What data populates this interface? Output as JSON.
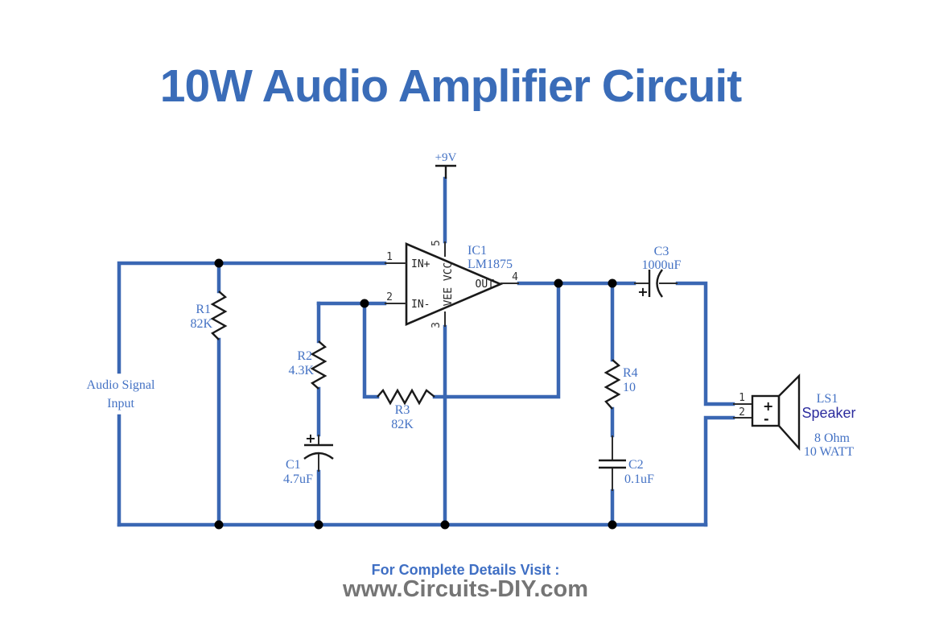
{
  "title": "10W Audio Amplifier Circuit",
  "colors": {
    "wire": "#3a67b3",
    "component_stroke": "#1a1a1a",
    "label_blue": "#4472c4",
    "title_blue": "#3a6cb8",
    "footer_heading_blue": "#3f6fc4",
    "footer_url_gray": "#757575",
    "speaker_name_navy": "#2d2d9e"
  },
  "power": {
    "label": "+9V"
  },
  "input_label": {
    "line1": "Audio Signal",
    "line2": "Input"
  },
  "opamp": {
    "ref": "IC1",
    "part": "LM1875",
    "pin_in_plus": "1",
    "pin_in_minus": "2",
    "pin_vcc": "5",
    "pin_vee": "3",
    "pin_out": "4",
    "label_in_plus": "IN+",
    "label_in_minus": "IN-",
    "label_rails": "VEE VCC",
    "label_out": "OUT"
  },
  "components": {
    "r1": {
      "ref": "R1",
      "value": "82K"
    },
    "r2": {
      "ref": "R2",
      "value": "4.3K"
    },
    "r3": {
      "ref": "R3",
      "value": "82K"
    },
    "r4": {
      "ref": "R4",
      "value": "10"
    },
    "c1": {
      "ref": "C1",
      "value": "4.7uF",
      "polarity": "+"
    },
    "c2": {
      "ref": "C2",
      "value": "0.1uF"
    },
    "c3": {
      "ref": "C3",
      "value": "1000uF",
      "polarity": "+"
    },
    "speaker": {
      "ref": "LS1",
      "name": "Speaker",
      "impedance": "8 Ohm",
      "power": "10 WATT",
      "pin1": "1",
      "pin2": "2",
      "plus": "+",
      "minus": "-"
    }
  },
  "footer": {
    "heading": "For Complete Details Visit :",
    "url": "www.Circuits-DIY.com"
  }
}
